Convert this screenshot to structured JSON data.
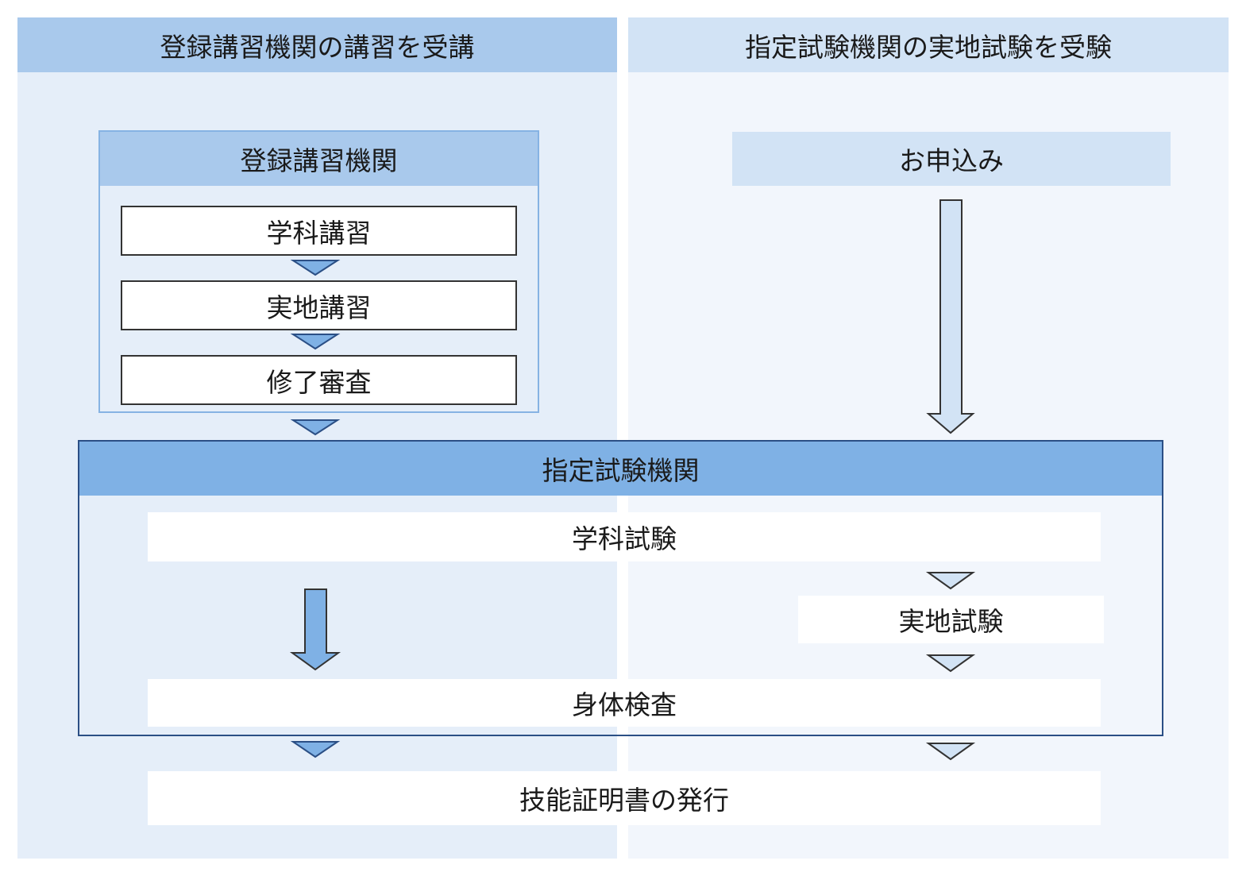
{
  "columns": {
    "left_title": "登録講習機関の講習を受講",
    "right_title": "指定試験機関の実地試験を受験"
  },
  "registered_training_institution": {
    "title": "登録講習機関",
    "steps": [
      "学科講習",
      "実地講習",
      "修了審査"
    ]
  },
  "application": {
    "label": "お申込み"
  },
  "designated_exam_institution": {
    "title": "指定試験機関",
    "written_exam": "学科試験",
    "practical_exam": "実地試験",
    "physical_exam": "身体検査"
  },
  "result": {
    "label": "技能証明書の発行"
  },
  "colors": {
    "left_column_bg": "#e5eef9",
    "right_column_bg": "#f2f6fc",
    "left_header": "#a9c9ec",
    "right_header": "#d2e3f5",
    "exam_header": "#7fb1e5",
    "exam_border": "#2b4f85",
    "arrow_dark": "#7fb1e5",
    "arrow_light": "#d2e3f5"
  }
}
